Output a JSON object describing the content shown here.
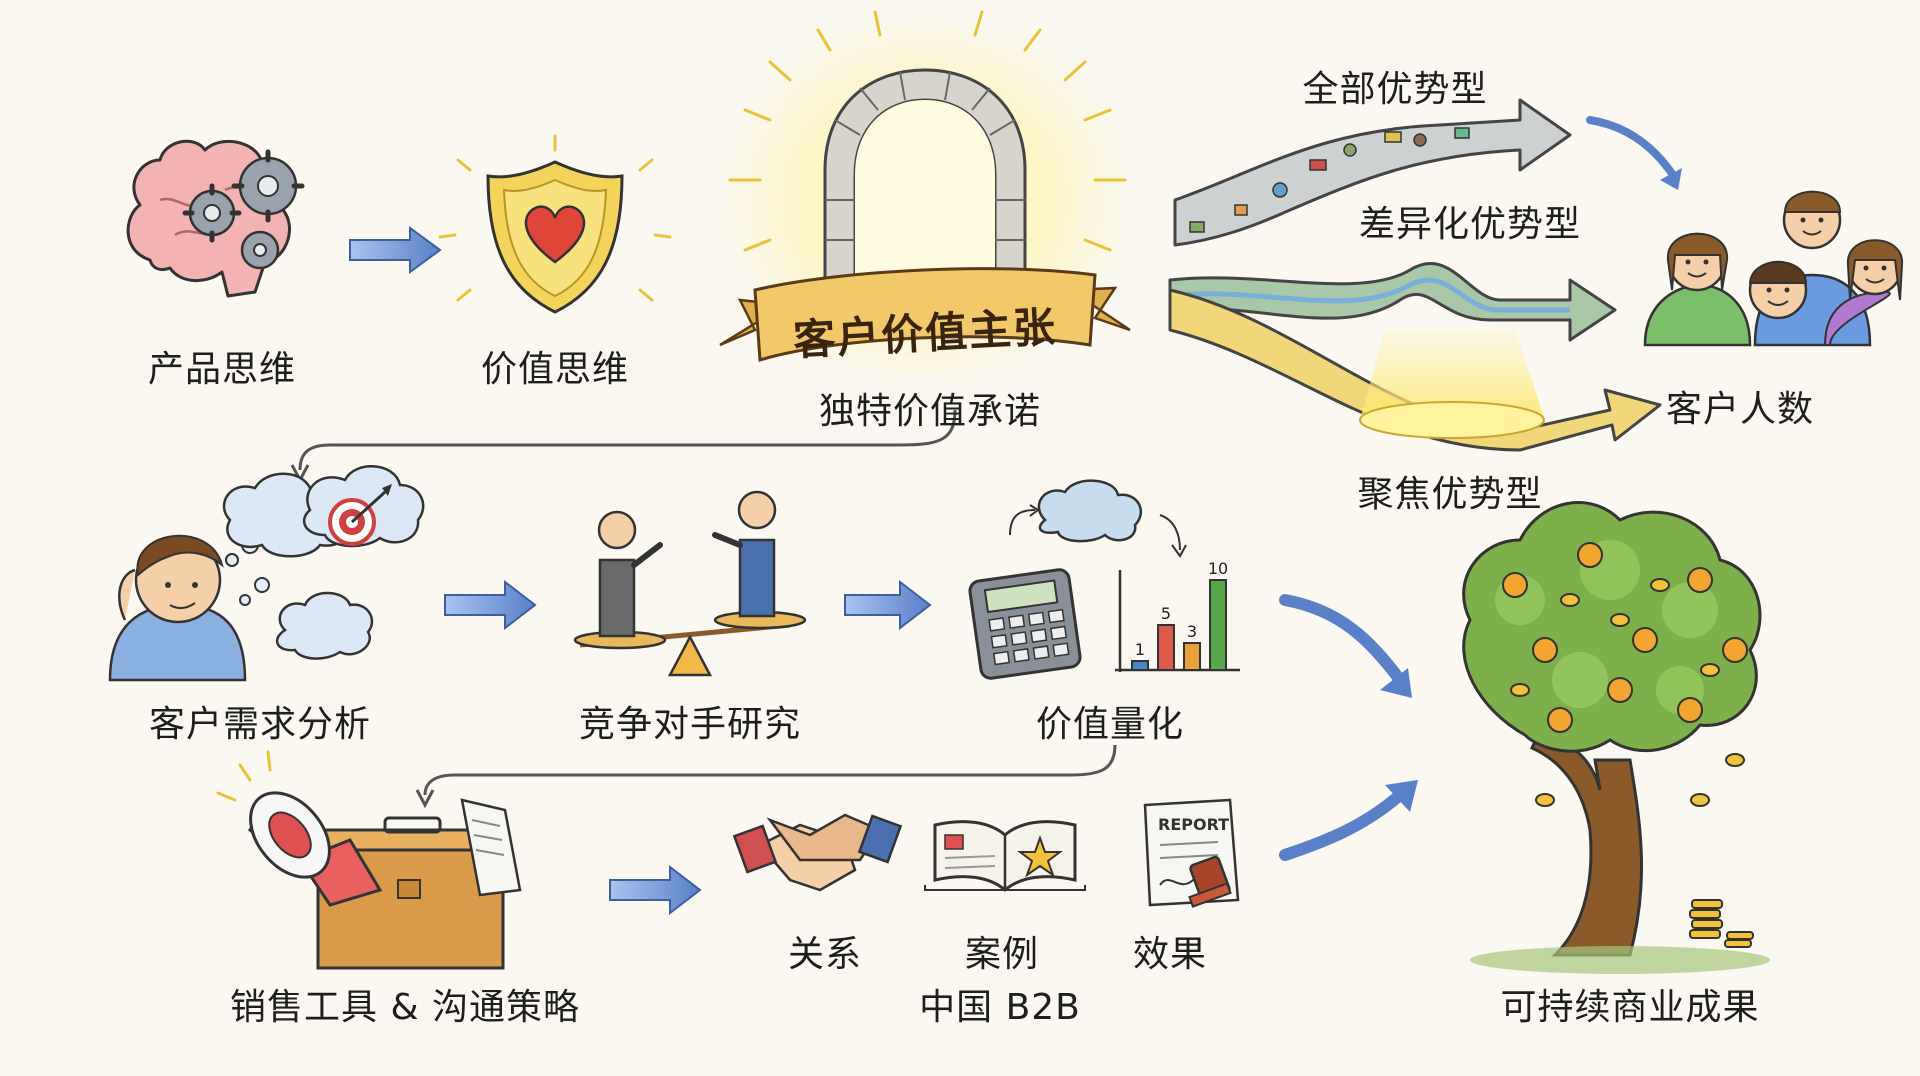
{
  "nodes": {
    "product_thinking": "产品思维",
    "value_thinking": "价值思维",
    "unique_value_promise": "独特价值承诺",
    "customer_needs": "客户需求分析",
    "competitor_research": "竞争对手研究",
    "value_quantification": "价值量化",
    "sales_tools": "销售工具 & 沟通策略",
    "relationship": "关系",
    "cases": "案例",
    "effect": "效果",
    "china_b2b": "中国 B2B",
    "sustainable_results": "可持续商业成果",
    "customer_count": "客户人数"
  },
  "banner": {
    "text": "客户价值主张"
  },
  "strategies": {
    "all_advantage": "全部优势型",
    "differentiated": "差异化优势型",
    "focused": "聚焦优势型"
  },
  "mini_chart": {
    "bars": [
      {
        "label": "1",
        "value": 1,
        "color": "#4a86c8"
      },
      {
        "label": "5",
        "value": 5,
        "color": "#e05a4a"
      },
      {
        "label": "3",
        "value": 3,
        "color": "#e8a23a"
      },
      {
        "label": "10",
        "value": 10,
        "color": "#58a84a"
      }
    ]
  },
  "report_label": "REPORT",
  "colors": {
    "arrow_blue": "#6b8fce",
    "banner_gold": "#f1c96a",
    "glow_yellow": "#fff3a8",
    "tree_green": "#79a84a",
    "fruit_orange": "#f2a531"
  },
  "icons": [
    "brain-gears-icon",
    "heart-shield-icon",
    "stone-arch-icon",
    "people-group-icon",
    "thinking-person-icon",
    "target-icon",
    "balance-scale-icon",
    "calculator-icon",
    "bar-chart-icon",
    "megaphone-icon",
    "toolbox-icon",
    "handshake-icon",
    "open-book-icon",
    "report-stamp-icon",
    "money-tree-icon"
  ]
}
